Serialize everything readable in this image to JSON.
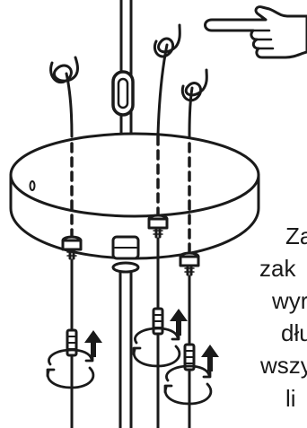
{
  "text_lines": [
    "Za",
    "zak",
    "wyr",
    "dłu",
    "wszy",
    "li"
  ],
  "icons": {
    "hand": "pointing-hand-icon",
    "arrow": "arrow-up-icon",
    "rotate": "rotate-arrows-icon"
  },
  "colors": {
    "ink": "#1a1a1a",
    "background": "#ffffff"
  }
}
